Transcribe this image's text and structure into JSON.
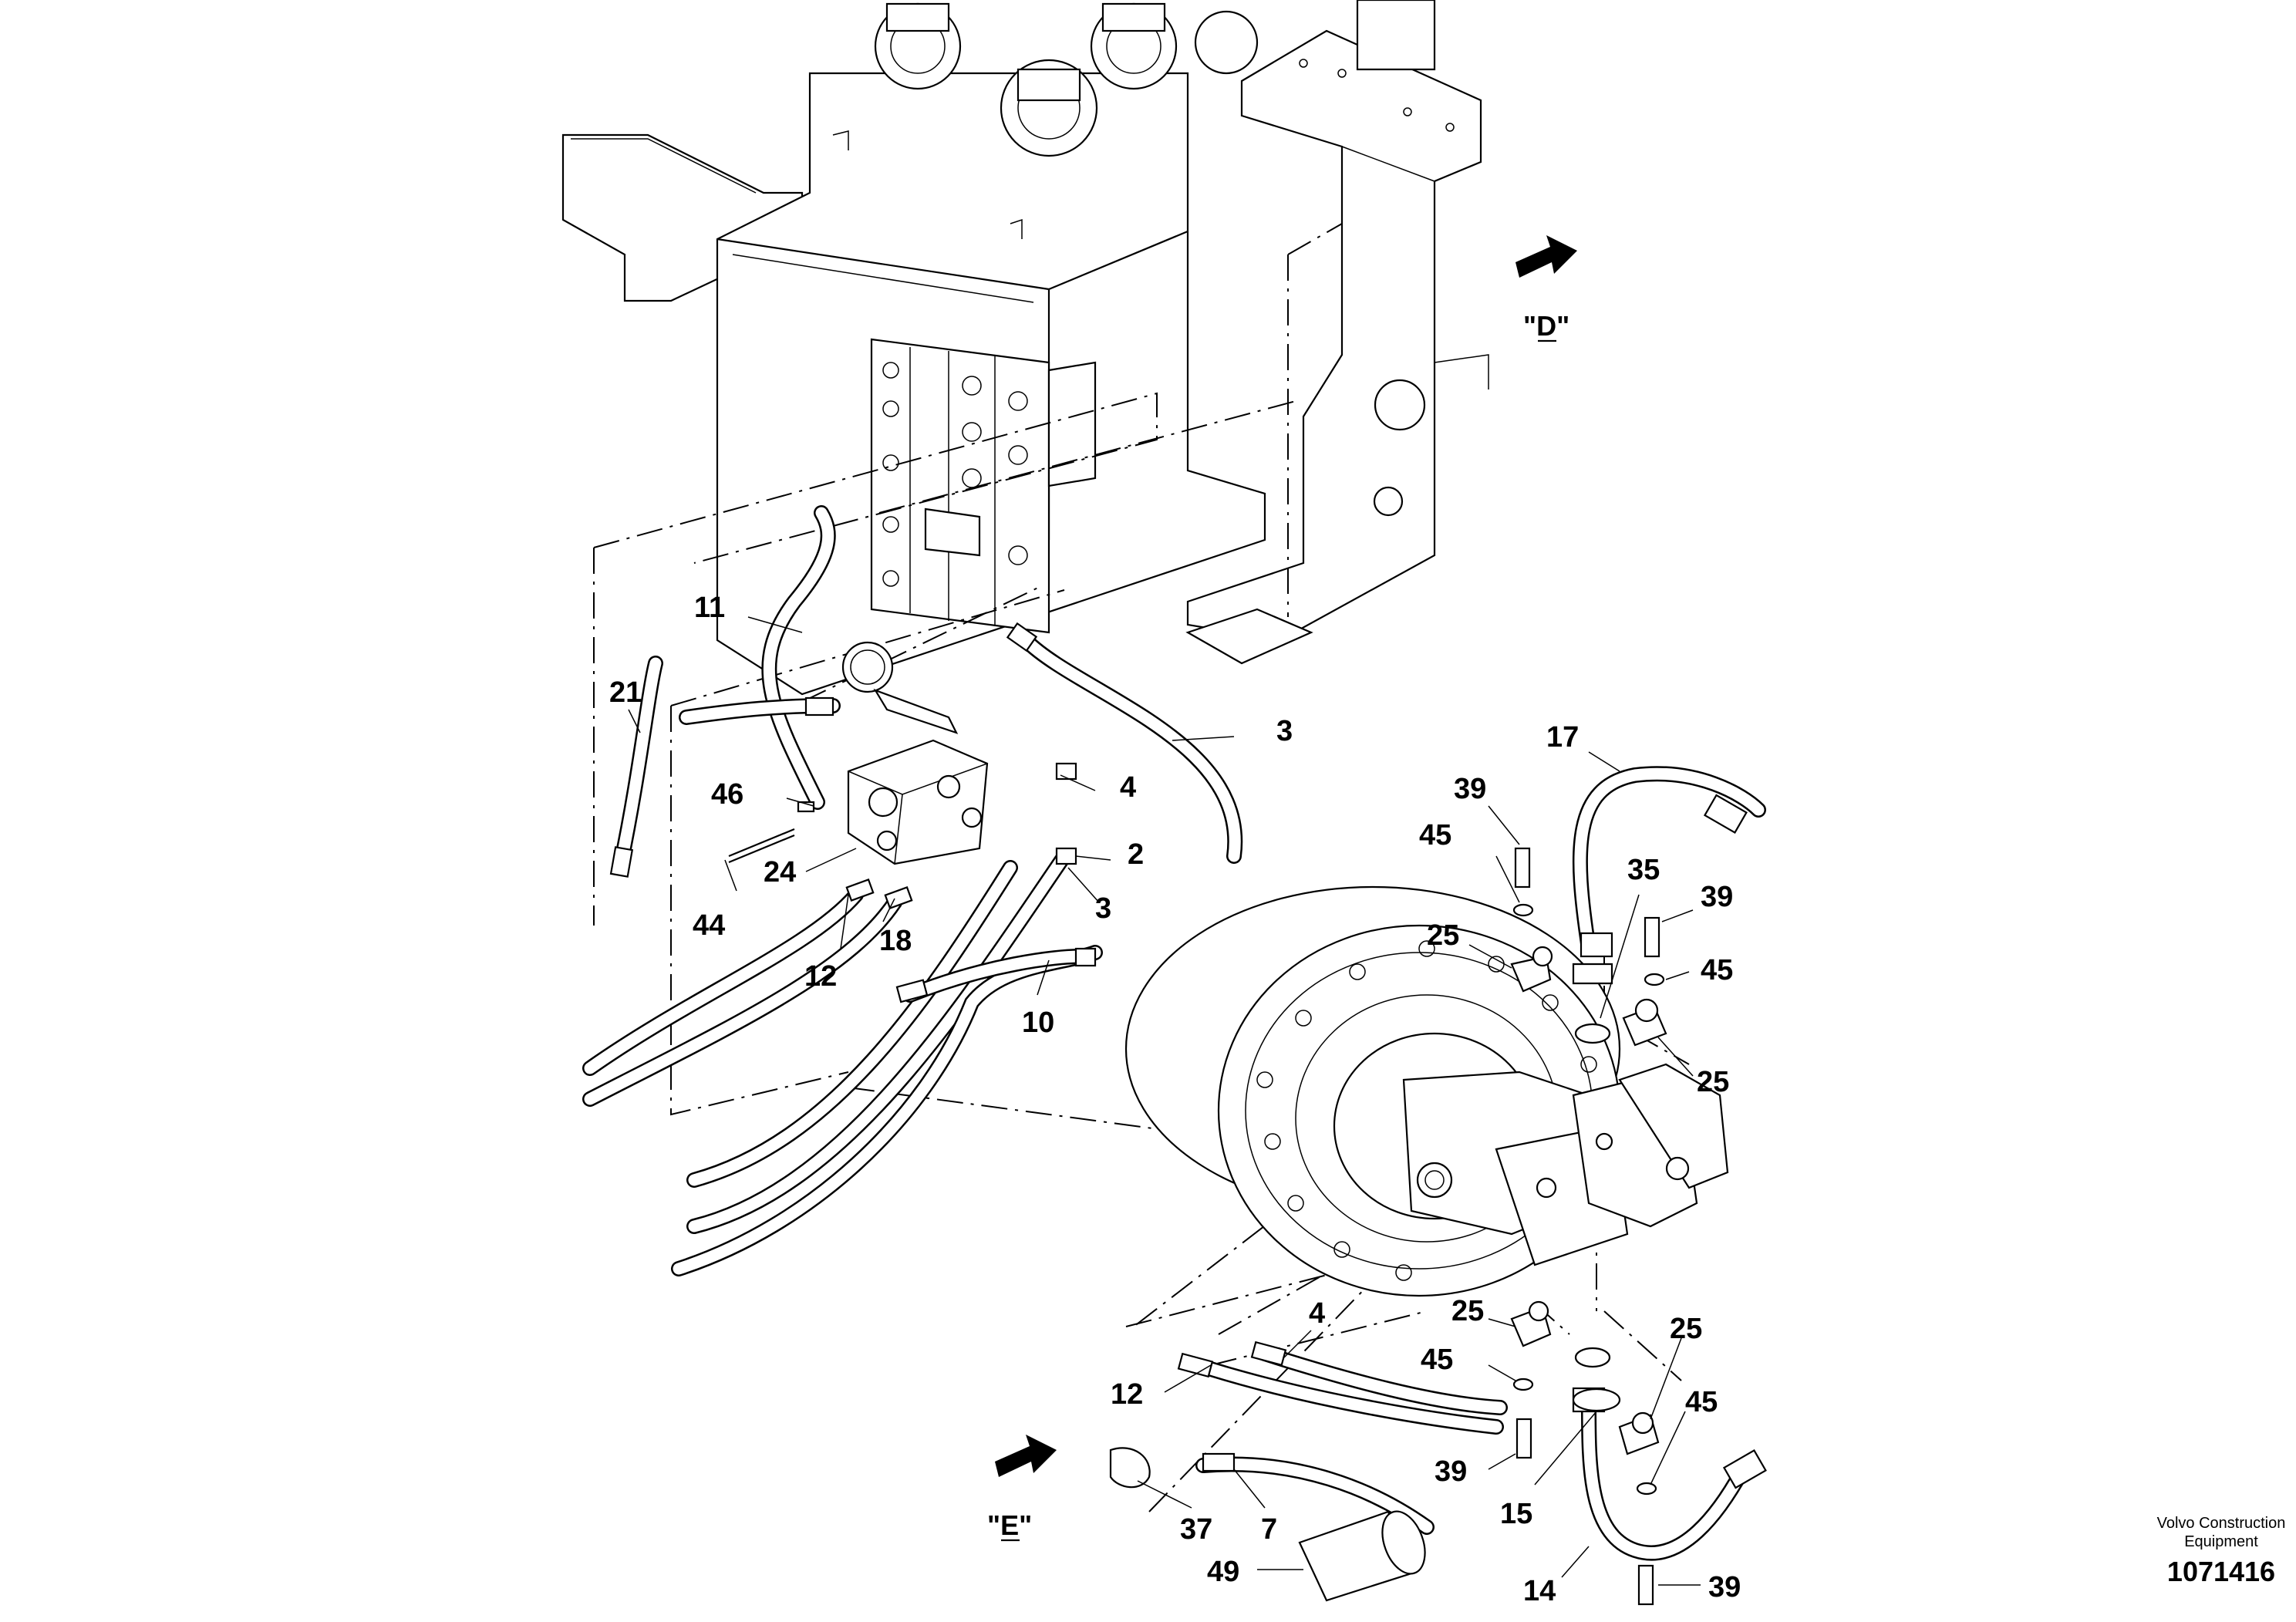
{
  "view_labels": {
    "d": "\"D\"",
    "e": "\"E\""
  },
  "callouts": {
    "c11": "11",
    "c21": "21",
    "c3a": "3",
    "c4a": "4",
    "c46": "46",
    "c24": "24",
    "c2": "2",
    "c3b": "3",
    "c44": "44",
    "c12a": "12",
    "c18": "18",
    "c10": "10",
    "c17": "17",
    "c39a": "39",
    "c45a": "45",
    "c35": "35",
    "c39b": "39",
    "c25a": "25",
    "c45b": "45",
    "c25b": "25",
    "c4b": "4",
    "c25c": "25",
    "c25d": "25",
    "c45c": "45",
    "c45d": "45",
    "c12b": "12",
    "c39c": "39",
    "c15": "15",
    "c37": "37",
    "c7": "7",
    "c49": "49",
    "c14": "14",
    "c39d": "39"
  },
  "footer": {
    "company_line1": "Volvo Construction",
    "company_line2": "Equipment",
    "doc_number": "1071416"
  }
}
